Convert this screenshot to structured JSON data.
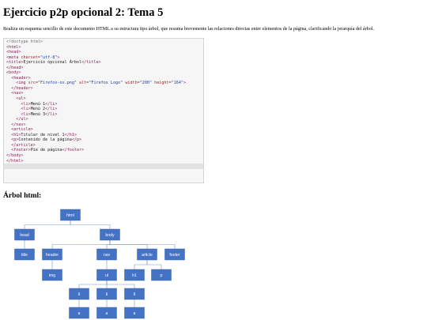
{
  "page": {
    "title": "Ejercicio p2p opcional 2: Tema 5",
    "intro": "Realiza un esquema sencillo de este documento HTML a su estructura tipo árbol, que resuma brevemente las relaciones directas entre elementos de la página, clarificando la jerarquía del árbol.",
    "tree_heading": "Árbol html:"
  },
  "code_lines": [
    {
      "indent": 0,
      "segments": [
        {
          "t": "cmt",
          "v": "<!doctype html>"
        }
      ]
    },
    {
      "indent": 0,
      "segments": [
        {
          "t": "tag",
          "v": "<html>"
        }
      ]
    },
    {
      "indent": 0,
      "segments": [
        {
          "t": "tag",
          "v": "<head>"
        }
      ]
    },
    {
      "indent": 0,
      "segments": [
        {
          "t": "tag",
          "v": "<meta "
        },
        {
          "t": "attr",
          "v": "charset="
        },
        {
          "t": "str",
          "v": "\"utf-8\""
        },
        {
          "t": "tag",
          "v": ">"
        }
      ]
    },
    {
      "indent": 0,
      "segments": [
        {
          "t": "tag",
          "v": "<title>"
        },
        {
          "t": "txt",
          "v": "Ejercicio opcional Árbol"
        },
        {
          "t": "tag",
          "v": "</title>"
        }
      ]
    },
    {
      "indent": 0,
      "segments": [
        {
          "t": "tag",
          "v": "</head>"
        }
      ]
    },
    {
      "indent": 0,
      "segments": [
        {
          "t": "tag",
          "v": "<body>"
        }
      ]
    },
    {
      "indent": 1,
      "segments": [
        {
          "t": "tag",
          "v": "<header>"
        }
      ]
    },
    {
      "indent": 2,
      "segments": [
        {
          "t": "tag",
          "v": "<img "
        },
        {
          "t": "attr",
          "v": "src="
        },
        {
          "t": "str",
          "v": "\"Firefox-os.png\""
        },
        {
          "t": "attr",
          "v": " alt="
        },
        {
          "t": "str",
          "v": "\"Firefox Logo\""
        },
        {
          "t": "attr",
          "v": " width="
        },
        {
          "t": "str",
          "v": "\"200\""
        },
        {
          "t": "attr",
          "v": " height="
        },
        {
          "t": "str",
          "v": "\"164\""
        },
        {
          "t": "tag",
          "v": ">"
        }
      ]
    },
    {
      "indent": 1,
      "segments": [
        {
          "t": "tag",
          "v": "</header>"
        }
      ]
    },
    {
      "indent": 1,
      "segments": [
        {
          "t": "tag",
          "v": "<nav>"
        }
      ]
    },
    {
      "indent": 2,
      "segments": [
        {
          "t": "tag",
          "v": "<ul>"
        }
      ]
    },
    {
      "indent": 3,
      "segments": [
        {
          "t": "tag",
          "v": "<li>"
        },
        {
          "t": "txt",
          "v": "Menú 1"
        },
        {
          "t": "tag",
          "v": "</li>"
        }
      ]
    },
    {
      "indent": 3,
      "segments": [
        {
          "t": "tag",
          "v": "<li>"
        },
        {
          "t": "txt",
          "v": "Menú 2"
        },
        {
          "t": "tag",
          "v": "</li>"
        }
      ]
    },
    {
      "indent": 3,
      "segments": [
        {
          "t": "tag",
          "v": "<li>"
        },
        {
          "t": "txt",
          "v": "Menú 3"
        },
        {
          "t": "tag",
          "v": "</li>"
        }
      ]
    },
    {
      "indent": 2,
      "segments": [
        {
          "t": "tag",
          "v": "</ul>"
        }
      ]
    },
    {
      "indent": 1,
      "segments": [
        {
          "t": "tag",
          "v": "</nav>"
        }
      ]
    },
    {
      "indent": 1,
      "segments": [
        {
          "t": "tag",
          "v": "<article>"
        }
      ]
    },
    {
      "indent": 1,
      "segments": [
        {
          "t": "tag",
          "v": "<h1>"
        },
        {
          "t": "txt",
          "v": "Titular de nivel 1"
        },
        {
          "t": "tag",
          "v": "</h1>"
        }
      ]
    },
    {
      "indent": 1,
      "segments": [
        {
          "t": "tag",
          "v": "<p>"
        },
        {
          "t": "txt",
          "v": "Contenido de la página"
        },
        {
          "t": "tag",
          "v": "</p>"
        }
      ]
    },
    {
      "indent": 1,
      "segments": [
        {
          "t": "tag",
          "v": "</article>"
        }
      ]
    },
    {
      "indent": 1,
      "segments": [
        {
          "t": "tag",
          "v": "<footer>"
        },
        {
          "t": "txt",
          "v": "Pie de página"
        },
        {
          "t": "tag",
          "v": "</footer>"
        }
      ]
    },
    {
      "indent": 0,
      "segments": [
        {
          "t": "tag",
          "v": "</body>"
        }
      ]
    },
    {
      "indent": 0,
      "segments": [
        {
          "t": "tag",
          "v": "</html>"
        }
      ]
    },
    {
      "indent": 0,
      "segments": [],
      "current": true
    }
  ],
  "tree": {
    "nodes": [
      {
        "id": "html",
        "label": "html"
      },
      {
        "id": "head",
        "label": "head"
      },
      {
        "id": "body",
        "label": "body"
      },
      {
        "id": "title",
        "label": "title"
      },
      {
        "id": "header",
        "label": "header"
      },
      {
        "id": "nav",
        "label": "nav"
      },
      {
        "id": "article",
        "label": "article"
      },
      {
        "id": "footer",
        "label": "footer"
      },
      {
        "id": "img",
        "label": "img"
      },
      {
        "id": "ul",
        "label": "ul"
      },
      {
        "id": "h1",
        "label": "h1"
      },
      {
        "id": "p",
        "label": "p"
      },
      {
        "id": "li1",
        "label": "li"
      },
      {
        "id": "li2",
        "label": "li"
      },
      {
        "id": "li3",
        "label": "li"
      },
      {
        "id": "a1",
        "label": "a"
      },
      {
        "id": "a2",
        "label": "a"
      },
      {
        "id": "a3",
        "label": "a"
      }
    ],
    "edges": [
      [
        "html",
        "head"
      ],
      [
        "html",
        "body"
      ],
      [
        "head",
        "title"
      ],
      [
        "body",
        "header"
      ],
      [
        "body",
        "nav"
      ],
      [
        "body",
        "article"
      ],
      [
        "body",
        "footer"
      ],
      [
        "header",
        "img"
      ],
      [
        "nav",
        "ul"
      ],
      [
        "article",
        "h1"
      ],
      [
        "article",
        "p"
      ],
      [
        "ul",
        "li1"
      ],
      [
        "ul",
        "li2"
      ],
      [
        "ul",
        "li3"
      ],
      [
        "li1",
        "a1"
      ],
      [
        "li2",
        "a2"
      ],
      [
        "li3",
        "a3"
      ]
    ],
    "colors": {
      "node_fill": "#4472c4",
      "node_text": "#ffffff",
      "edge": "#7f95c0"
    }
  }
}
